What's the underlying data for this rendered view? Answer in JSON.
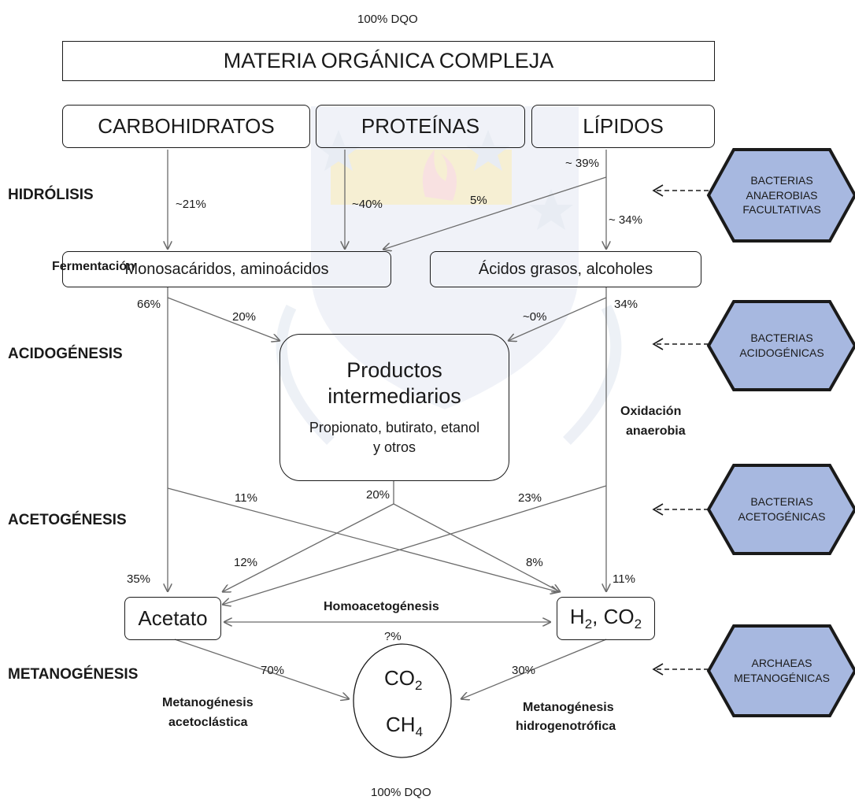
{
  "top_label": "100% DQO",
  "bottom_label": "100% DQO",
  "materia": "MATERIA ORGÁNICA COMPLEJA",
  "polymers": {
    "carbohidratos": "CARBOHIDRATOS",
    "proteinas": "PROTEÍNAS",
    "lipidos": "LÍPIDOS"
  },
  "stages": {
    "hidrolisis": "HIDRÓLISIS",
    "acidogenesis": "ACIDOGÉNESIS",
    "acetogenesis": "ACETOGÉNESIS",
    "metanogenesis": "METANOGÉNESIS"
  },
  "intermediates": {
    "monosacaridos": "Monosacáridos, aminoácidos",
    "acidos_grasos": "Ácidos grasos, alcoholes"
  },
  "productos": {
    "title_line1": "Productos",
    "title_line2": "intermediarios",
    "sub_line1": "Propionato, butirato, etanol",
    "sub_line2": "y otros"
  },
  "products": {
    "acetato": "Acetato",
    "h2_h": "H",
    "h2_sub": "2",
    "h2_mid": ", CO",
    "co2_sub": "2",
    "biogas_co": "CO",
    "biogas_co_sub": "2",
    "biogas_ch": "CH",
    "biogas_ch_sub": "4"
  },
  "processes": {
    "fermentacion": "Fermentación",
    "oxidacion_l1": "Oxidación",
    "oxidacion_l2": "anaerobia",
    "homoacetogenesis": "Homoacetogénesis",
    "homo_pct": "?%",
    "acetoclastica_l1": "Metanogénesis",
    "acetoclastica_l2": "acetoclástica",
    "hidrogenotrofica_l1": "Metanogénesis",
    "hidrogenotrofica_l2": "hidrogenotrófica"
  },
  "percentages": {
    "carb_mono": "~21%",
    "prot_mono": "~40%",
    "lip_split": "~ 39%",
    "lip_mono": "5%",
    "lip_acid": "~ 34%",
    "mono_out": "66%",
    "mono_prod": "20%",
    "acid_prod": "~0%",
    "acid_out": "34%",
    "mono_h2": "11%",
    "prod_out": "20%",
    "acid_acet": "23%",
    "prod_acet": "12%",
    "prod_h2": "8%",
    "mono_acet": "35%",
    "acid_h2": "11%",
    "acet_meth": "70%",
    "h2_meth": "30%"
  },
  "organisms": {
    "hidrolisis": [
      "BACTERIAS",
      "ANAEROBIAS",
      "FACULTATIVAS"
    ],
    "acidogenesis": [
      "BACTERIAS",
      "ACIDOGÉNICAS"
    ],
    "acetogenesis": [
      "BACTERIAS",
      "ACETOGÉNICAS"
    ],
    "metanogenesis": [
      "ARCHAEAS",
      "METANOGÉNICAS"
    ]
  },
  "colors": {
    "hexagon_fill": "#a7b8e0",
    "hexagon_stroke": "#1a1a1a",
    "arrow": "#6b6b6b",
    "watermark_blue": "#dde3ef",
    "watermark_yellow": "#f6e7b3"
  }
}
